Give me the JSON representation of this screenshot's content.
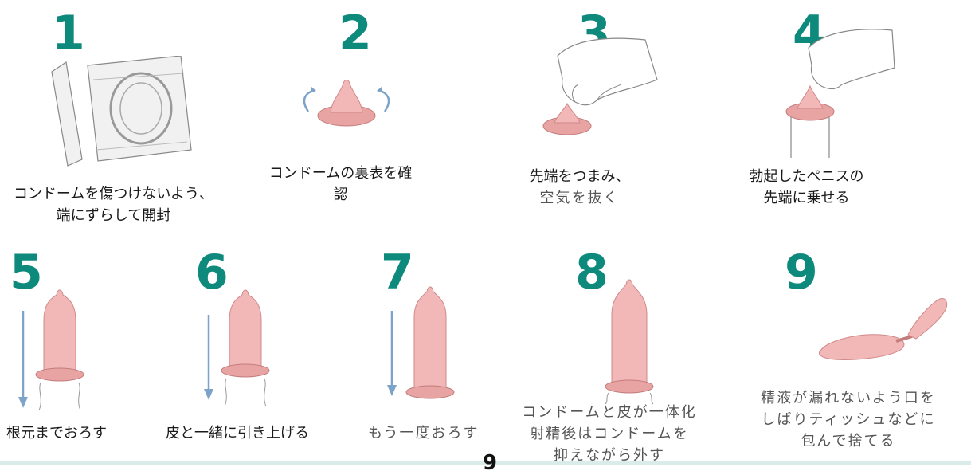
{
  "steps": [
    {
      "number": "1",
      "caption": [
        "コンドームを傷つけないよう、",
        "端にずらして開封"
      ]
    },
    {
      "number": "2",
      "caption": [
        "コンドームの裏表を確",
        "認"
      ]
    },
    {
      "number": "3",
      "caption": [
        "先端をつまみ、",
        "空気を抜く"
      ]
    },
    {
      "number": "4",
      "caption": [
        "勃起したペニスの",
        "先端に乗せる"
      ]
    },
    {
      "number": "5",
      "caption": [
        "根元までおろす"
      ]
    },
    {
      "number": "6",
      "caption": [
        "皮と一緒に引き上げる"
      ]
    },
    {
      "number": "7",
      "caption": [
        "もう一度おろす"
      ]
    },
    {
      "number": "8",
      "caption": [
        "コンドームと皮が一体化",
        "射精後はコンドームを",
        "抑えながら外す"
      ]
    },
    {
      "number": "9",
      "caption": [
        "精液が漏れないよう口を",
        "しばりティッシュなどに",
        "包んで捨てる"
      ]
    }
  ],
  "page_number": "9",
  "colors": {
    "number": "#0e8a7c",
    "condom": "#f2b7b7",
    "arrow": "#7ea3c9"
  }
}
